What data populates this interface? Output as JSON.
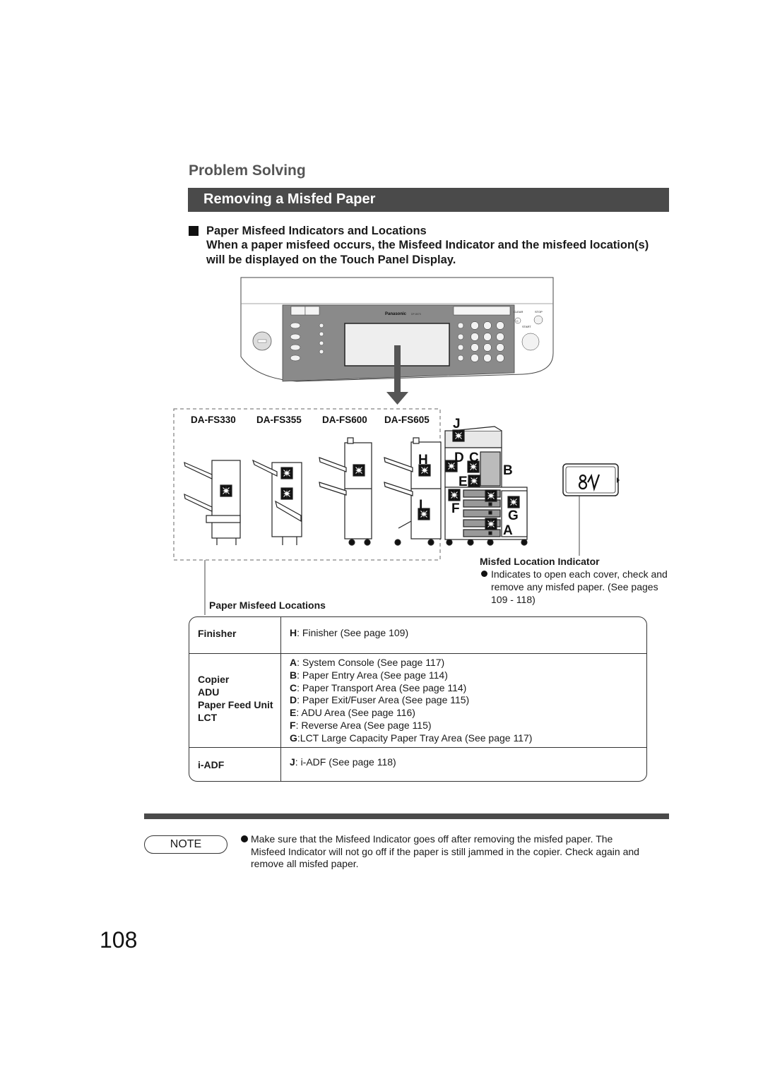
{
  "section_title": "Problem Solving",
  "banner_title": "Removing a Misfed Paper",
  "sub_heading": "Paper Misfeed Indicators and Locations",
  "intro_text": "When a paper misfeed occurs, the Misfeed Indicator and the misfeed location(s) will be displayed on the Touch Panel Display.",
  "panel": {
    "brand": "Panasonic",
    "model": "DP-8070",
    "clear_label": "CLEAR",
    "stop_label": "STOP",
    "start_label": "START",
    "clear_key": "C"
  },
  "finisher_models": [
    "DA-FS330",
    "DA-FS355",
    "DA-FS600",
    "DA-FS605"
  ],
  "location_letters": {
    "J": "J",
    "H": "H",
    "D": "D",
    "C": "C",
    "E": "E",
    "B": "B",
    "I": "I",
    "F": "F",
    "G": "G",
    "A": "A"
  },
  "misfeed_location_indicator": {
    "title": "Misfed Location Indicator",
    "text": "Indicates to open each cover, check and remove any misfed paper. (See pages 109 - 118)"
  },
  "paper_misfeed_locations_title": "Paper Misfeed Locations",
  "table": {
    "rows": [
      {
        "categories": [
          "Finisher"
        ],
        "items": [
          {
            "letter": "H",
            "text": ": Finisher (See page 109)"
          }
        ]
      },
      {
        "categories": [
          "Copier",
          "ADU",
          "Paper Feed Unit",
          "LCT"
        ],
        "items": [
          {
            "letter": "A",
            "text": ": System Console (See page 117)"
          },
          {
            "letter": "B",
            "text": ": Paper Entry Area (See page 114)"
          },
          {
            "letter": "C",
            "text": ": Paper Transport Area (See page 114)"
          },
          {
            "letter": "D",
            "text": ": Paper Exit/Fuser Area (See page 115)"
          },
          {
            "letter": "E",
            "text": ": ADU Area (See page 116)"
          },
          {
            "letter": "F",
            "text": ": Reverse Area (See page 115)"
          },
          {
            "letter": "G",
            "text": ":LCT Large Capacity Paper Tray Area (See page 117)"
          }
        ]
      },
      {
        "categories": [
          "i-ADF"
        ],
        "items": [
          {
            "letter": "J",
            "text": ": i-ADF (See page 118)"
          }
        ]
      }
    ]
  },
  "note_label": "NOTE",
  "note_text": "Make sure that the Misfeed Indicator goes off after removing the misfed paper. The Misfeed Indicator will not go off if the paper is still jammed in the copier. Check again and remove all misfed paper.",
  "page_number": "108",
  "icons": {
    "misfeed_icon": "misfeed-symbol-icon",
    "starburst_icon": "jam-starburst-icon",
    "arrow": "down-arrow-icon"
  },
  "colors": {
    "banner": "#4a4a4a",
    "title": "#555555",
    "panel": "#808080"
  }
}
